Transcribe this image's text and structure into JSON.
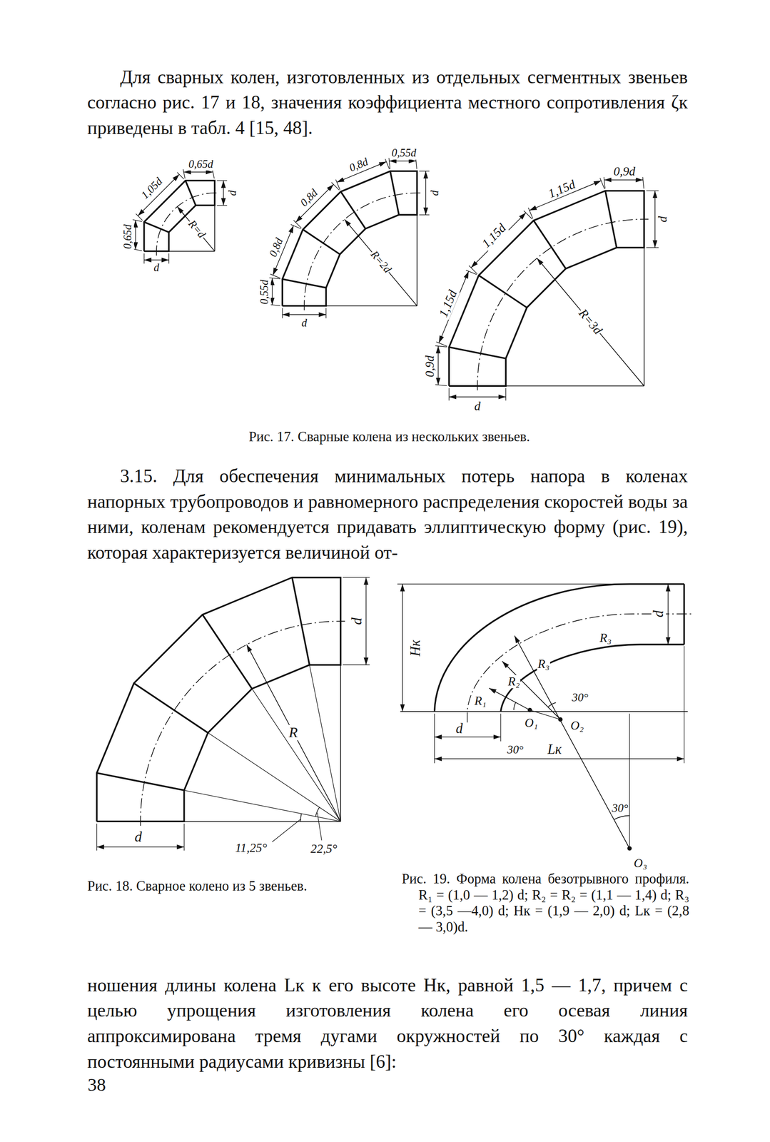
{
  "diagram": {
    "labels": [
      "Для сварных колен, изготовленных из отдельных сегментных звеньев согласно рис. 17 и 18, значения коэффициента местного сопротивления ζк приведены в табл. 4 [15, 48].",
      "0,65d",
      "1,05d",
      "0,65d",
      "R=d",
      "d",
      "d",
      "0,8d",
      "0,55d",
      "0,8d",
      "0,8d",
      "0,55d",
      "R=2d",
      "d",
      "d",
      "1,15d",
      "0,9d",
      "1,15d",
      "1,15d",
      "0,9d",
      "R=3d",
      "d",
      "d",
      "Рис. 17. Сварные колена из нескольких звеньев.",
      "3.15. Для обеспечения минимальных потерь напора в коленах напорных трубопроводов и равномерного распределения скоростей воды за ними, коленам рекомендуется придавать эллиптическую форму (рис. 19), которая характеризуется величиной от-",
      "d",
      "R",
      "d",
      "11,25°",
      "22,5°",
      "Hк",
      "d",
      "R₃",
      "R₃",
      "R₂",
      "R₁",
      "30°",
      "d",
      "30°",
      "O₁",
      "O₂",
      "Lк",
      "30°",
      "O₃",
      "Рис. 18. Сварное колено из 5 звеньев.",
      "Рис. 19. Форма колена безотрывного профиля. R₁ = (1,0 — 1,2) d; R₂ = R₂ = (1,1 — 1,4) d; R₃ = (3,5 —4,0) d; Hк = (1,9 — 2,0) d; Lк = (2,8 — 3,0)d.",
      "ношения длины колена Lк к его высоте Hк, равной 1,5 — 1,7, причем с целью упрощения изготовления колена его осевая линия аппроксимирована тремя дугами окружностей по 30° каждая с постоянными радиусами кривизны [6]:",
      "38"
    ]
  }
}
